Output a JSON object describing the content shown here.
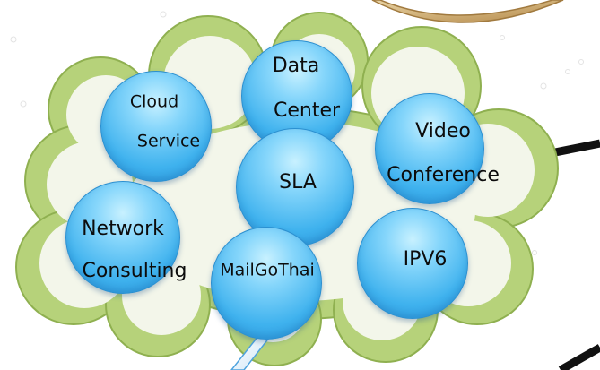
{
  "diagram": {
    "nodes": [
      {
        "id": "cloud-service",
        "lines": [
          "Cloud",
          "Service"
        ]
      },
      {
        "id": "data-center",
        "lines": [
          "Data",
          "Center"
        ]
      },
      {
        "id": "video-conference",
        "lines": [
          "Video",
          "Conference"
        ]
      },
      {
        "id": "sla",
        "lines": [
          "SLA"
        ]
      },
      {
        "id": "network-consulting",
        "lines": [
          "Network",
          "Consulting"
        ]
      },
      {
        "id": "ipv6",
        "lines": [
          "IPV6"
        ]
      },
      {
        "id": "mailgothai",
        "lines": [
          "MailGoThai"
        ]
      }
    ],
    "colors": {
      "bubble": "#3fb2ee",
      "cloud_outer": "#b6d27a",
      "cloud_inner": "#f3f6ea",
      "frame": "#c9a66b"
    }
  }
}
